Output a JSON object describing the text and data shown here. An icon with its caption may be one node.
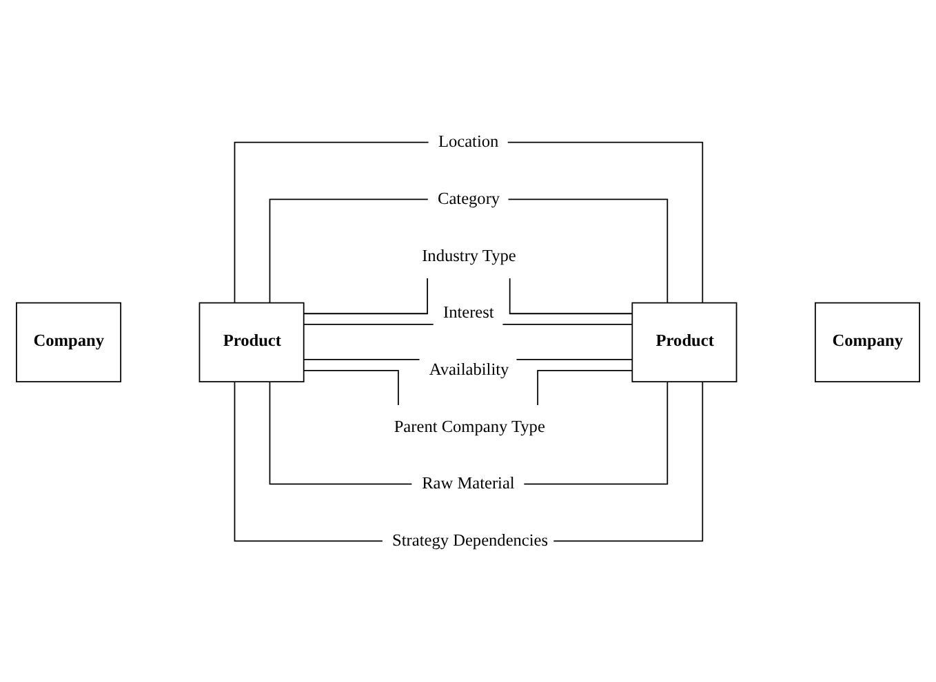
{
  "diagram": {
    "nodes": [
      {
        "text": [
          "Company"
        ]
      },
      {
        "text": [
          "Product"
        ]
      },
      {
        "text": [
          "Location"
        ]
      },
      {
        "text": [
          "Category"
        ]
      },
      {
        "text": [
          "Industry Type"
        ]
      },
      {
        "text": [
          "Interest"
        ]
      },
      {
        "text": [
          "Availability"
        ]
      },
      {
        "text": [
          "Parent Company Type"
        ]
      },
      {
        "text": [
          "Raw Material"
        ]
      },
      {
        "text": [
          "Strategy Dependencies"
        ]
      },
      {
        "text": [
          "Product"
        ]
      },
      {
        "text": [
          "Company"
        ]
      }
    ],
    "edges": [
      {
        "from": 1,
        "to": 2,
        "arrow": "none"
      },
      {
        "from": 1,
        "to": 3,
        "arrow": "none"
      },
      {
        "from": 1,
        "to": 4,
        "arrow": "none"
      },
      {
        "from": 1,
        "to": 5,
        "arrow": "none"
      },
      {
        "from": 1,
        "to": 6,
        "arrow": "none"
      },
      {
        "from": 1,
        "to": 7,
        "arrow": "none"
      },
      {
        "from": 1,
        "to": 8,
        "arrow": "none"
      },
      {
        "from": 1,
        "to": 9,
        "arrow": "none"
      },
      {
        "from": 2,
        "to": 10,
        "arrow": "none"
      },
      {
        "from": 3,
        "to": 10,
        "arrow": "none"
      },
      {
        "from": 4,
        "to": 10,
        "arrow": "none"
      },
      {
        "from": 5,
        "to": 10,
        "arrow": "none"
      },
      {
        "from": 6,
        "to": 10,
        "arrow": "none"
      },
      {
        "from": 7,
        "to": 10,
        "arrow": "none"
      },
      {
        "from": 8,
        "to": 10,
        "arrow": "none"
      },
      {
        "from": 9,
        "to": 10,
        "arrow": "none"
      }
    ]
  }
}
